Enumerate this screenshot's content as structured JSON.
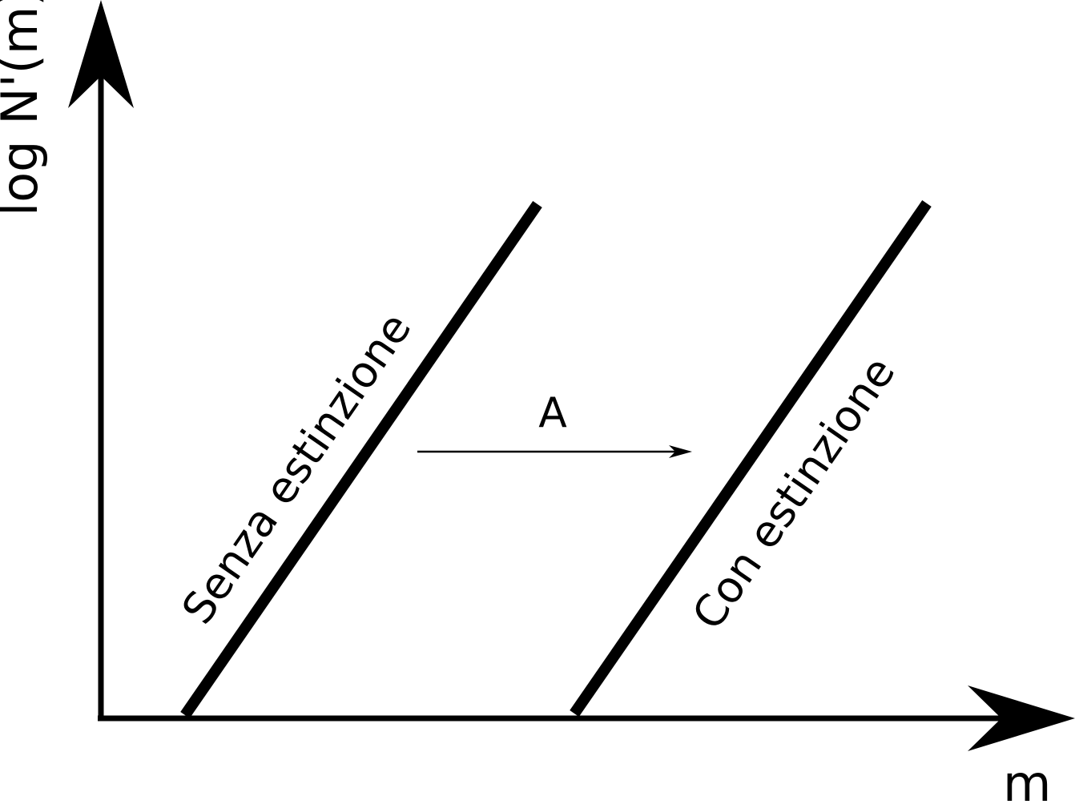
{
  "axes": {
    "y_label": "log N'(m)",
    "x_label": "m"
  },
  "lines": {
    "without_extinction_label": "Senza estinzione",
    "with_extinction_label": "Con estinzione"
  },
  "shift": {
    "label": "A"
  },
  "colors": {
    "ink": "#000000",
    "background": "#ffffff"
  }
}
